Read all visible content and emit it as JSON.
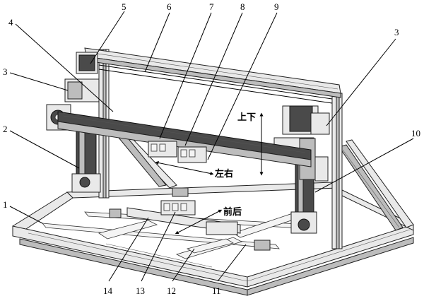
{
  "labels": {
    "l1": "1",
    "l2": "2",
    "l3a": "3",
    "l3b": "3",
    "l4": "4",
    "l5": "5",
    "l6": "6",
    "l7": "7",
    "l8": "8",
    "l9": "9",
    "l10": "10",
    "l11": "11",
    "l12": "12",
    "l13": "13",
    "l14": "14"
  },
  "directions": {
    "vertical": "上下",
    "lateral": "左右",
    "longitudinal": "前后"
  }
}
